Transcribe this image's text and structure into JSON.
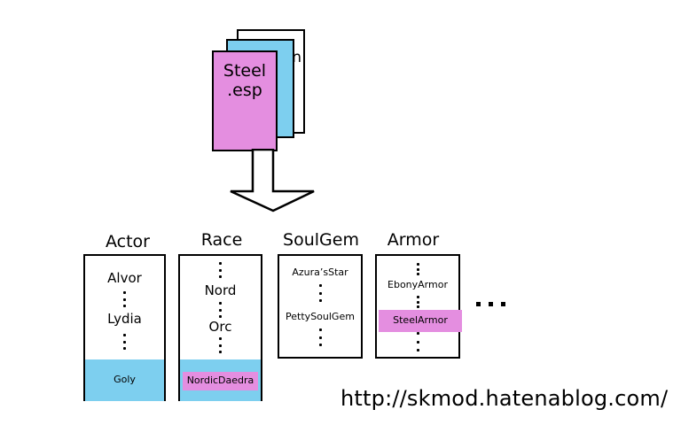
{
  "files": {
    "front_label": "Steel\n.esp",
    "back_fragment": "n",
    "colors": {
      "front": "#e48ee0",
      "middle": "#7dcfef",
      "back": "#ffffff"
    }
  },
  "columns": [
    {
      "title": "Actor",
      "items": [
        "Alvor",
        "Lydia"
      ],
      "highlight": "Goly"
    },
    {
      "title": "Race",
      "items": [
        "Nord",
        "Orc"
      ],
      "highlight": "NordicDaedra"
    },
    {
      "title": "SoulGem",
      "items": [
        "Azura’sStar",
        "PettySoulGem"
      ]
    },
    {
      "title": "Armor",
      "items": [
        "EbonyArmor"
      ],
      "highlight": "SteelArmor"
    }
  ],
  "url": "http://skmod.hatenablog.com/"
}
